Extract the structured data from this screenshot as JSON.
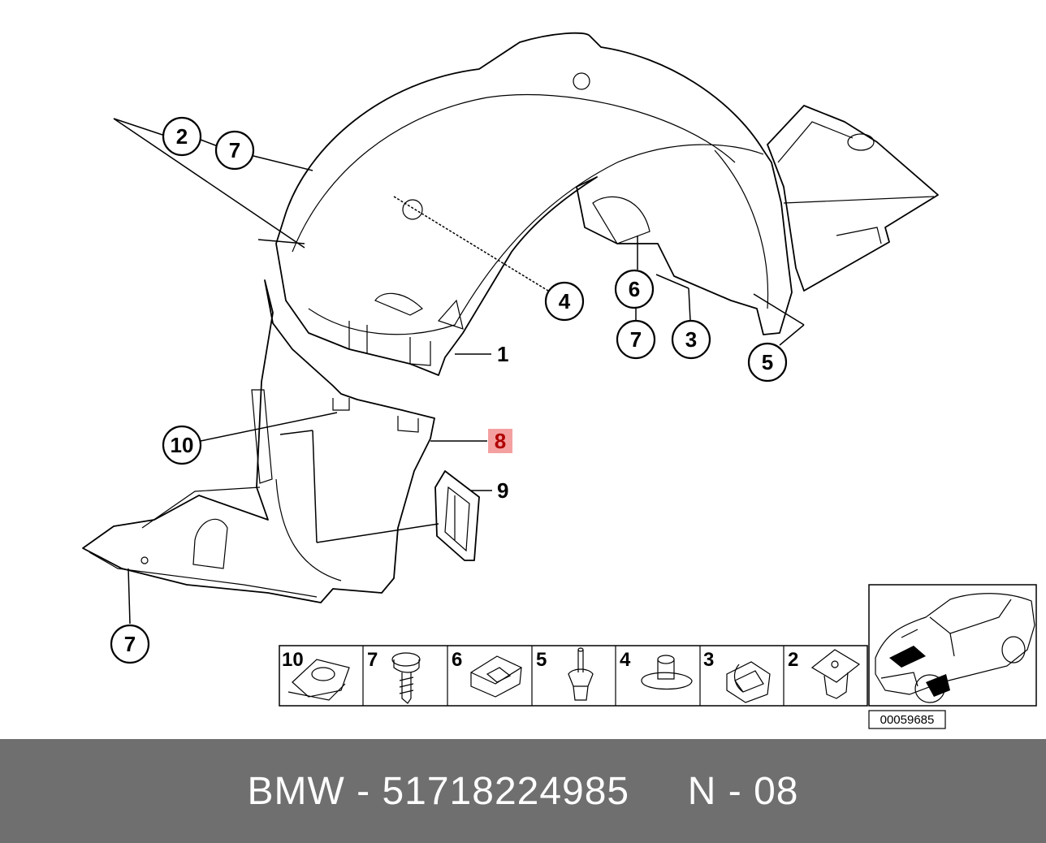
{
  "diagram": {
    "callouts": [
      "2",
      "7",
      "4",
      "6",
      "7",
      "3",
      "5",
      "1",
      "10",
      "8",
      "9",
      "7"
    ],
    "highlighted_callout": "8",
    "highlight_color": "#f4a0a0",
    "legend_cells": [
      "10",
      "7",
      "6",
      "5",
      "4",
      "3",
      "2"
    ],
    "reference_code": "00059685"
  },
  "footer": {
    "text": "BMW - 51718224985     N - 08",
    "background": "#6f6f6f"
  }
}
